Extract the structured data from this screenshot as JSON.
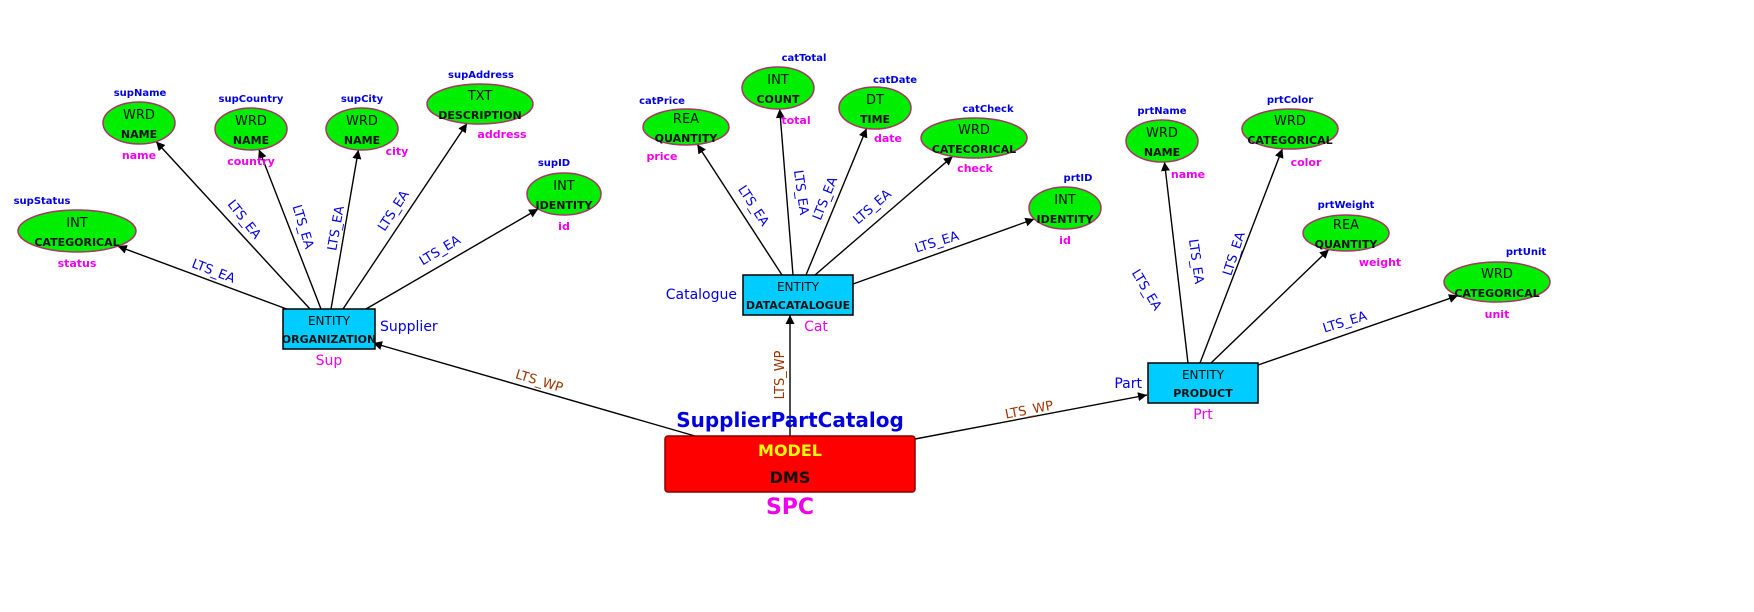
{
  "model": {
    "title": "SupplierPartCatalog",
    "label": "MODEL",
    "sublabel": "DMS",
    "abbr": "SPC"
  },
  "entities": [
    {
      "kind": "ENTITY",
      "type": "ORGANIZATION",
      "name": "Supplier",
      "abbr": "Sup"
    },
    {
      "kind": "ENTITY",
      "type": "DATACATALOGUE",
      "name": "Catalogue",
      "abbr": "Cat"
    },
    {
      "kind": "ENTITY",
      "type": "PRODUCT",
      "name": "Part",
      "abbr": "Prt"
    }
  ],
  "attributes": [
    {
      "name": "supStatus",
      "type": "INT",
      "sub": "CATEGORICAL",
      "field": "status"
    },
    {
      "name": "supName",
      "type": "WRD",
      "sub": "NAME",
      "field": "name"
    },
    {
      "name": "supCountry",
      "type": "WRD",
      "sub": "NAME",
      "field": "country"
    },
    {
      "name": "supCity",
      "type": "WRD",
      "sub": "NAME",
      "field": "city"
    },
    {
      "name": "supAddress",
      "type": "TXT",
      "sub": "DESCRIPTION",
      "field": "address"
    },
    {
      "name": "supID",
      "type": "INT",
      "sub": "IDENTITY",
      "field": "id"
    },
    {
      "name": "catPrice",
      "type": "REA",
      "sub": "QUANTITY",
      "field": "price"
    },
    {
      "name": "catTotal",
      "type": "INT",
      "sub": "COUNT",
      "field": "total"
    },
    {
      "name": "catDate",
      "type": "DT",
      "sub": "TIME",
      "field": "date"
    },
    {
      "name": "catCheck",
      "type": "WRD",
      "sub": "CATECORICAL",
      "field": "check"
    },
    {
      "name": "prtID",
      "type": "INT",
      "sub": "IDENTITY",
      "field": "id"
    },
    {
      "name": "prtName",
      "type": "WRD",
      "sub": "NAME",
      "field": "name"
    },
    {
      "name": "prtColor",
      "type": "WRD",
      "sub": "CATEGORICAL",
      "field": "color"
    },
    {
      "name": "prtWeight",
      "type": "REA",
      "sub": "QUANTITY",
      "field": "weight"
    },
    {
      "name": "prtUnit",
      "type": "WRD",
      "sub": "CATEGORICAL",
      "field": "unit"
    }
  ],
  "edge_labels": {
    "attribute": "LTS_EA",
    "model": "LTS_WP"
  },
  "colors": {
    "attribute_fill": "#00ee00",
    "attribute_stroke": "#aa3366",
    "entity_fill": "#00ccff",
    "model_fill": "#ff0000",
    "model_label": "#ffff00",
    "name_text": "#0000dd",
    "abbr_text": "#ee00ee",
    "model_edge_text": "#993300"
  }
}
